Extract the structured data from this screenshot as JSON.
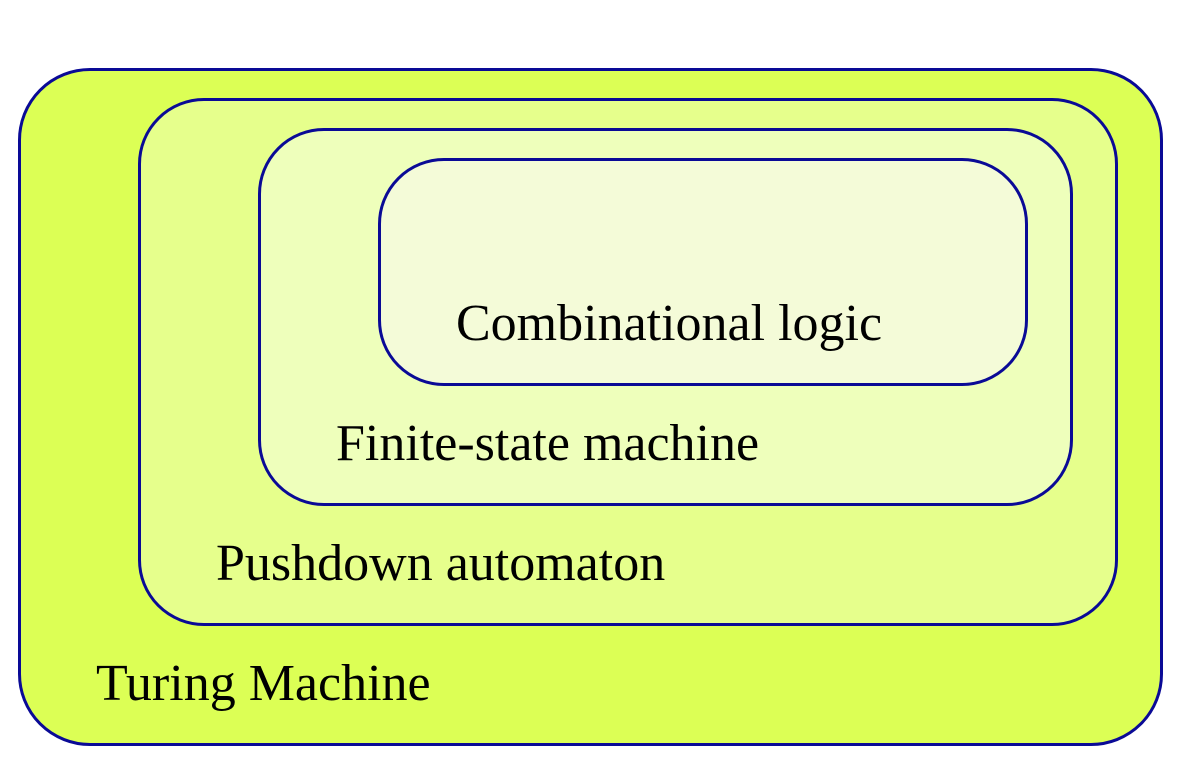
{
  "diagram": {
    "turing": {
      "label": "Turing Machine",
      "fill": "#dcff55",
      "border": "#0a0a96"
    },
    "pushdown": {
      "label": "Pushdown automaton",
      "fill": "#e6ff8c",
      "border": "#0a0a96"
    },
    "finite_state": {
      "label": "Finite-state machine",
      "fill": "#eeffbb",
      "border": "#0a0a96"
    },
    "combinational": {
      "label": "Combinational logic",
      "fill": "#f4fbd8",
      "border": "#0a0a96"
    }
  }
}
